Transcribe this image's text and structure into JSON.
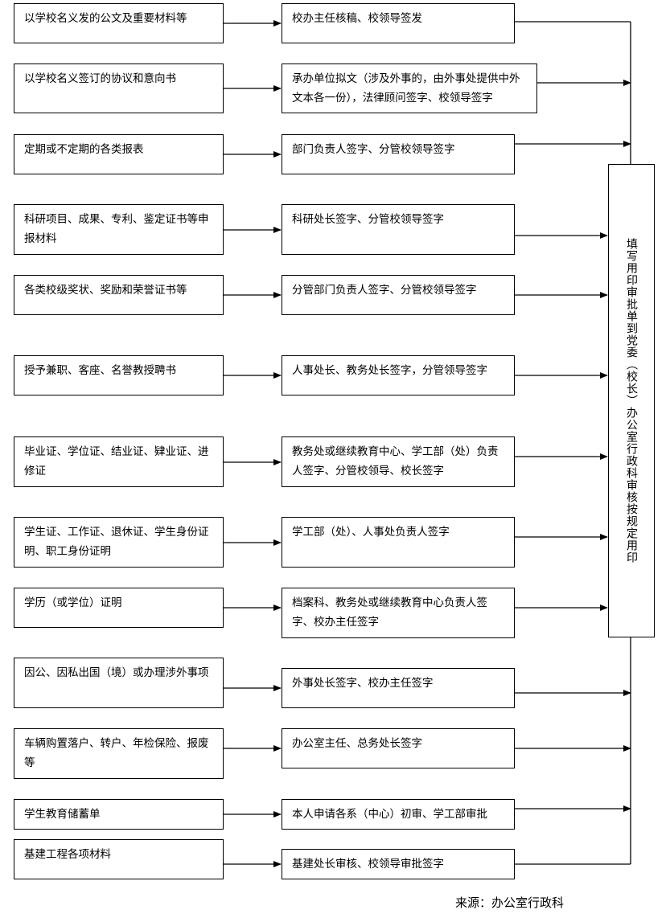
{
  "rows": [
    {
      "doc": "以学校名义发的公文及重要材料等",
      "process": "校办主任核稿、校领导签发"
    },
    {
      "doc": "以学校名义签订的协议和意向书",
      "process": "承办单位拟文（涉及外事的，由外事处提供中外文本各一份），法律顾问签字、校领导签字"
    },
    {
      "doc": "定期或不定期的各类报表",
      "process": "部门负责人签字、分管校领导签字"
    },
    {
      "doc": "科研项目、成果、专利、鉴定证书等申报材料",
      "process": "科研处长签字、分管校领导签字"
    },
    {
      "doc": "各类校级奖状、奖励和荣誉证书等",
      "process": "分管部门负责人签字、分管校领导签字"
    },
    {
      "doc": "授予兼职、客座、名誉教授聘书",
      "process": "人事处长、教务处长签字，分管领导签字"
    },
    {
      "doc": "毕业证、学位证、结业证、肄业证、进修证",
      "process": "教务处或继续教育中心、学工部（处）负责人签字、分管校领导、校长签字"
    },
    {
      "doc": "学生证、工作证、退休证、学生身份证明、职工身份证明",
      "process": "学工部（处）、人事处负责人签字"
    },
    {
      "doc": "学历（或学位）证明",
      "process": "档案科、教务处或继续教育中心负责人签字、校办主任签字"
    },
    {
      "doc": "因公、因私出国（境）或办理涉外事项",
      "process": "外事处长签字、校办主任签字"
    },
    {
      "doc": "车辆购置落户、转户、年检保险、报废等",
      "process": "办公室主任、总务处长签字"
    },
    {
      "doc": "学生教育储蓄单",
      "process": "本人申请各系（中心）初审、学工部审批"
    },
    {
      "doc": "基建工程各项材料",
      "process": "基建处长审核、校领导审批签字"
    }
  ],
  "final_step": "填写用印审批单到党委（校长）办公室行政科审核按规定用印",
  "source": "来源：办公室行政科",
  "colors": {
    "line": "#000000",
    "box_border": "#000000",
    "background": "#ffffff"
  }
}
